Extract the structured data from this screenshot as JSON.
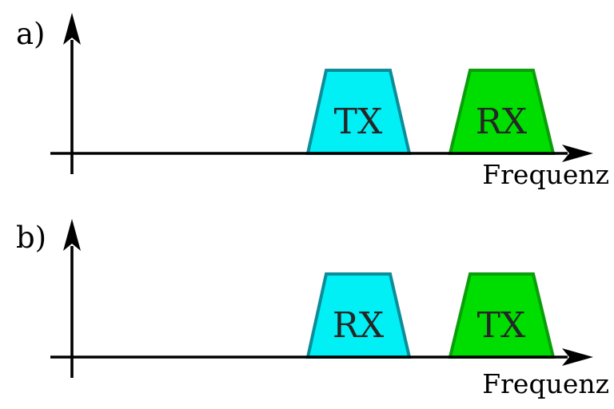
{
  "figure": {
    "description": "Two frequency axes showing TX and RX frequency bands (duplex scheme)",
    "panels": [
      {
        "label": "a)",
        "axis_label": "Frequenz",
        "bands": [
          {
            "name": "TX",
            "color_role": "cyan"
          },
          {
            "name": "RX",
            "color_role": "green"
          }
        ]
      },
      {
        "label": "b)",
        "axis_label": "Frequenz",
        "bands": [
          {
            "name": "RX",
            "color_role": "cyan"
          },
          {
            "name": "TX",
            "color_role": "green"
          }
        ]
      }
    ]
  },
  "colors": {
    "background": "#ffffff",
    "axis": "#000000",
    "panel_label_text": "#000000",
    "band_label_text": "#262626",
    "cyan_fill": "#00f0f5",
    "cyan_stroke": "#0d8c99",
    "green_fill": "#00dd00",
    "green_stroke": "#0a9e0a"
  }
}
